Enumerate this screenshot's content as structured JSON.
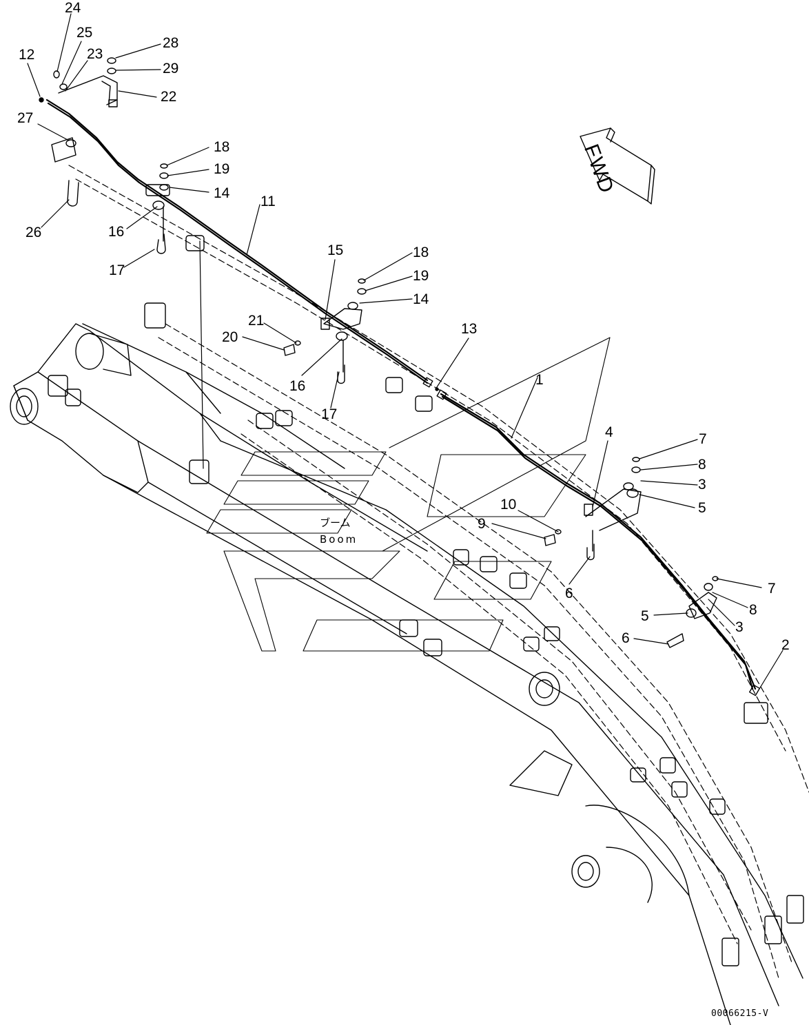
{
  "callouts": [
    "1",
    "2",
    "3",
    "3",
    "4",
    "5",
    "5",
    "6",
    "6",
    "7",
    "7",
    "8",
    "8",
    "9",
    "10",
    "11",
    "12",
    "13",
    "14",
    "14",
    "15",
    "16",
    "16",
    "17",
    "17",
    "18",
    "18",
    "19",
    "19",
    "20",
    "21",
    "22",
    "23",
    "24",
    "25",
    "26",
    "27",
    "28",
    "29"
  ],
  "direction_label": "FWD",
  "boom_label_jp": "ブーム",
  "boom_label_en": "Boom",
  "document_id": "00066215-V"
}
